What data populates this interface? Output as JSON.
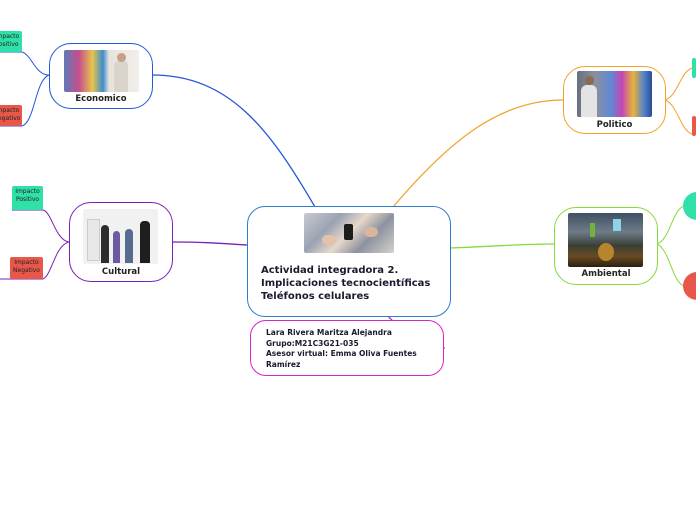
{
  "colors": {
    "economico": "#2458d8",
    "cultural": "#7a1fb8",
    "politico": "#f2a22a",
    "ambiental": "#86d93a",
    "info": "#d825c9",
    "central": "#2c7fd0",
    "positive": "#2fe0a9",
    "negative": "#e8584a"
  },
  "central": {
    "title_line1": "Actividad integradora 2.",
    "title_line2": "Implicaciones tecnocientíficas",
    "title_line3": "Teléfonos celulares"
  },
  "info": {
    "line1": "Lara Rivera Maritza Alejandra",
    "line2": "Grupo:M21C3G21-035",
    "line3": "Asesor virtual: Emma Oliva Fuentes",
    "line4": "Ramírez"
  },
  "economico": {
    "label": "Economico",
    "tag_pos": [
      "Impacto",
      "Positivo"
    ],
    "tag_neg": [
      "Impacto",
      "Negativo"
    ]
  },
  "cultural": {
    "label": "Cultural",
    "tag_pos": [
      "Impacto",
      "Positivo"
    ],
    "tag_neg": [
      "Impacto",
      "Negativo"
    ]
  },
  "politico": {
    "label": "Politico"
  },
  "ambiental": {
    "label": "Ambiental"
  }
}
